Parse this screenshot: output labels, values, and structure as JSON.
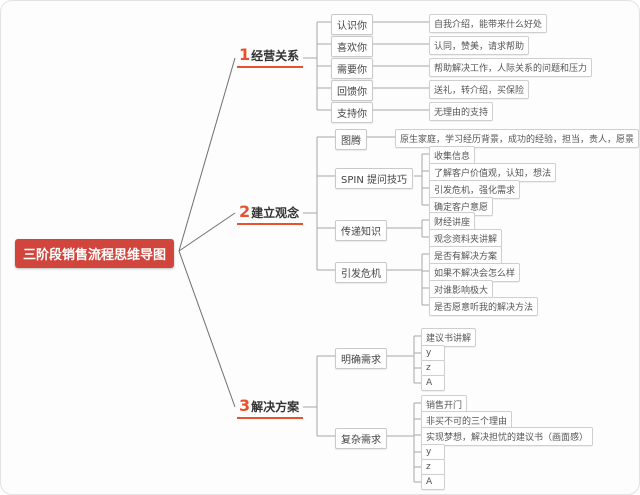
{
  "root": {
    "label": "三阶段销售流程思维导图"
  },
  "branches": [
    {
      "num": "1",
      "label": "经营关系",
      "children": [
        {
          "label": "认识你",
          "leaves": [
            "自我介绍，能带来什么好处"
          ]
        },
        {
          "label": "喜欢你",
          "leaves": [
            "认同，赞美，请求帮助"
          ]
        },
        {
          "label": "需要你",
          "leaves": [
            "帮助解决工作，人际关系的问题和压力"
          ]
        },
        {
          "label": "回馈你",
          "leaves": [
            "送礼，转介绍，买保险"
          ]
        },
        {
          "label": "支持你",
          "leaves": [
            "无理由的支持"
          ]
        }
      ]
    },
    {
      "num": "2",
      "label": "建立观念",
      "children": [
        {
          "label": "图腾",
          "leaves": [
            "原生家庭，学习经历背景，成功的经验，担当，贵人，愿景"
          ]
        },
        {
          "label": "SPIN 提问技巧",
          "leaves": [
            "收集信息",
            "了解客户价值观，认知，想法",
            "引发危机，强化需求",
            "确定客户意愿"
          ]
        },
        {
          "label": "传递知识",
          "leaves": [
            "财经讲座",
            "观念资料夹讲解"
          ]
        },
        {
          "label": "引发危机",
          "leaves": [
            "是否有解决方案",
            "如果不解决会怎么样",
            "对谁影响极大",
            "是否愿意听我的解决方法"
          ]
        }
      ]
    },
    {
      "num": "3",
      "label": "解决方案",
      "children": [
        {
          "label": "明确需求",
          "leaves": [
            "建议书讲解",
            "y",
            "z",
            "A"
          ]
        },
        {
          "label": "复杂需求",
          "leaves": [
            "销售开门",
            "非买不可的三个理由",
            "实现梦想，解决担忧的建议书（画面感）",
            "y",
            "z",
            "A"
          ]
        }
      ]
    }
  ]
}
